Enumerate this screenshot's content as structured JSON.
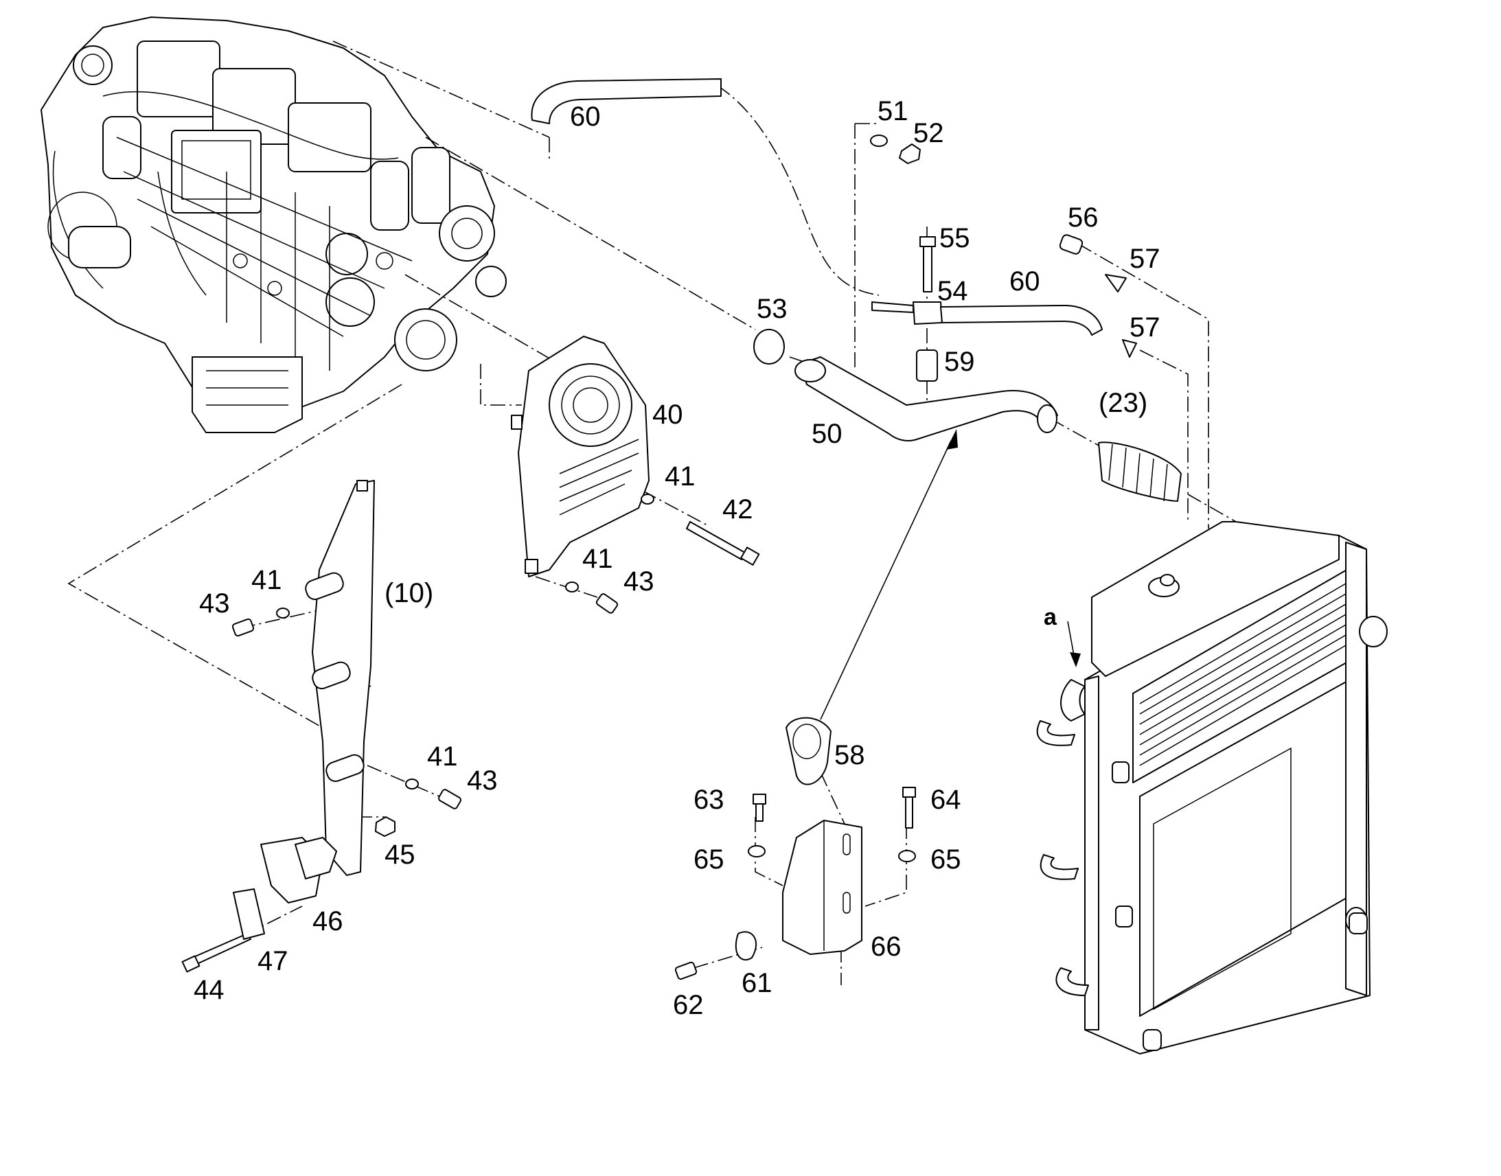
{
  "callouts": {
    "c60a": "60",
    "c51": "51",
    "c52": "52",
    "c55": "55",
    "c56": "56",
    "c57a": "57",
    "c54": "54",
    "c60b": "60",
    "c53": "53",
    "c57b": "57",
    "c59": "59",
    "c40": "40",
    "c23": "(23)",
    "c50": "50",
    "c41a": "41",
    "c42": "42",
    "c41b": "41",
    "c43a": "43",
    "c41c": "41",
    "c10": "(10)",
    "c43b": "43",
    "ca": "a",
    "c58": "58",
    "c41d": "41",
    "c43c": "43",
    "c63": "63",
    "c64": "64",
    "c45": "45",
    "c65a": "65",
    "c65b": "65",
    "c46": "46",
    "c66": "66",
    "c47": "47",
    "c61": "61",
    "c44": "44",
    "c62": "62"
  }
}
